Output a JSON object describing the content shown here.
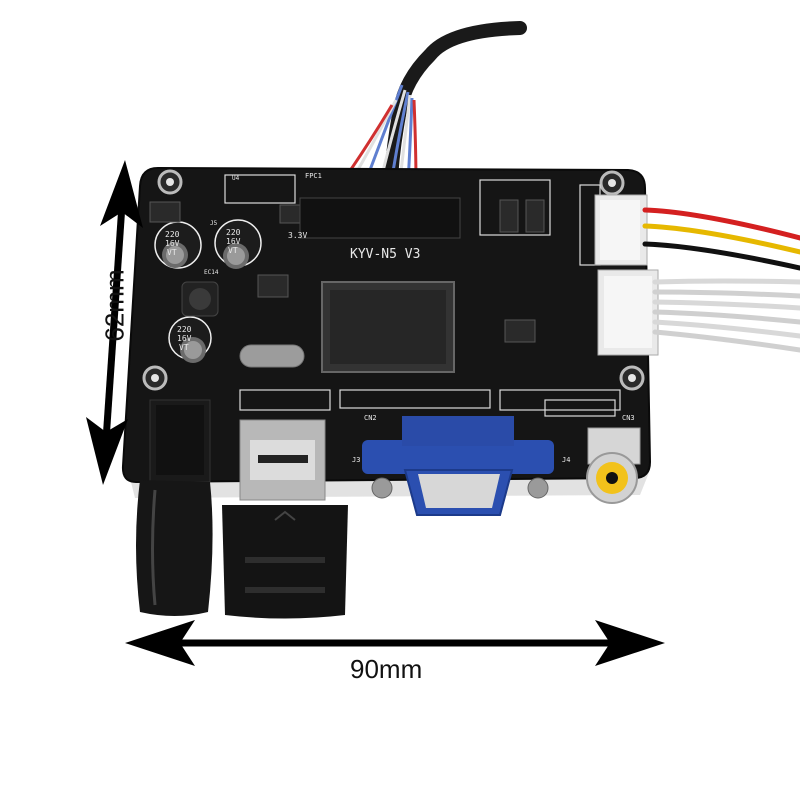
{
  "dimensions": {
    "width_label": "90mm",
    "height_label": "62mm"
  },
  "board": {
    "model": "KYV-N5  V3",
    "cap1": [
      "220",
      "16V",
      "VT"
    ],
    "cap2": [
      "220",
      "16V",
      "VT"
    ],
    "cap3": [
      "220",
      "16V",
      "VT"
    ],
    "labels": {
      "fpc": "FPC1",
      "u4": "U4",
      "v33": "3.3V",
      "cn2": "CN2",
      "cn3": "CN3",
      "j3": "J3",
      "j4": "J4",
      "ec14": "EC14",
      "j5": "J5"
    }
  },
  "colors": {
    "board": "#151515",
    "vga_blue": "#2b4fb0",
    "rca_yellow": "#f2c21b",
    "wire_red": "#d42020",
    "wire_yellow": "#e6b800",
    "wire_black": "#111111",
    "wire_white": "#d8d8d8"
  }
}
